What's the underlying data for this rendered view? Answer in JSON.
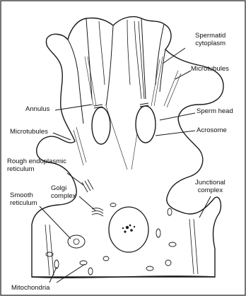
{
  "diagram": {
    "labels": {
      "spermatid_cytoplasm": [
        "Spermatid",
        "cytoplasm"
      ],
      "microtubules_right": "Microtubules",
      "sperm_head": "Sperm head",
      "acrosome": "Acrosome",
      "annulus": "Annulus",
      "microtubules_left": "Microtubules",
      "rough_er": [
        "Rough endoplasmic",
        "reticulum"
      ],
      "golgi": [
        "Golgi",
        "complex"
      ],
      "smooth_reticulum": [
        "Smooth",
        "reticulum"
      ],
      "junctional_complex": [
        "Junctional",
        "complex"
      ],
      "mitochondria": "Mitochondria"
    },
    "colors": {
      "line": "#1a1a1a",
      "background": "#ffffff",
      "cell_fill": "#ffffff"
    }
  }
}
